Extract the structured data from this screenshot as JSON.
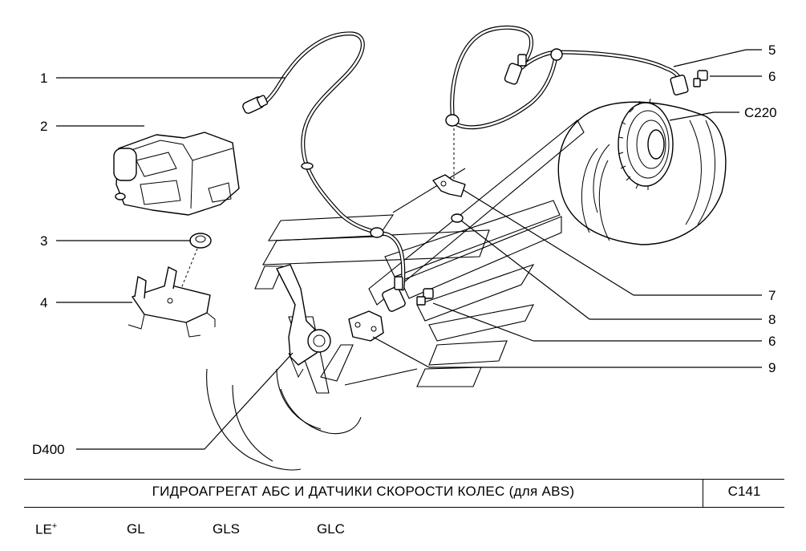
{
  "title": "ГИДРОАГРЕГАТ АБС И ДАТЧИКИ СКОРОСТИ КОЛЕС (для ABS)",
  "code": "C141",
  "variants": [
    {
      "label": "LE",
      "mark": "+"
    },
    {
      "label": "GL",
      "mark": ""
    },
    {
      "label": "GLS",
      "mark": ""
    },
    {
      "label": "GLC",
      "mark": ""
    }
  ],
  "callouts": {
    "c1": "1",
    "c2": "2",
    "c3": "3",
    "c4": "4",
    "c5": "5",
    "c6a": "6",
    "c220": "C220",
    "c7": "7",
    "c8": "8",
    "c6b": "6",
    "c9": "9",
    "d400": "D400"
  }
}
